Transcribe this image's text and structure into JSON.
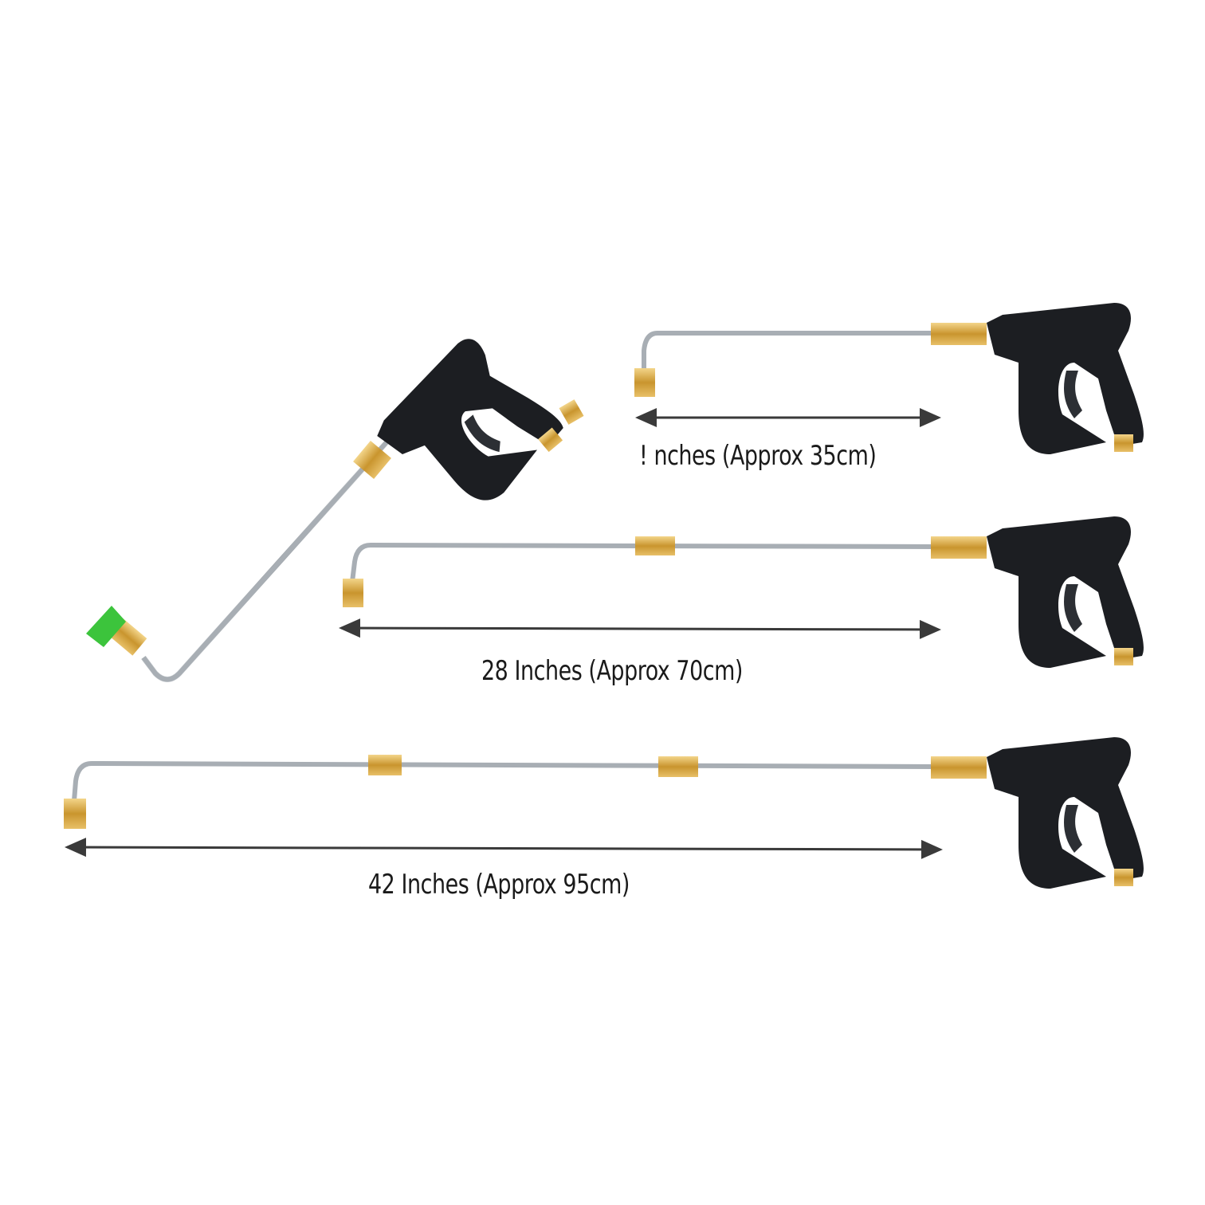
{
  "labels": {
    "short": "! nches (Approx 35cm)",
    "medium": "28 Inches (Approx 70cm)",
    "long": "42 Inches (Approx 95cm)"
  },
  "colors": {
    "gun_body": "#1c1e22",
    "brass": "#d4a64a",
    "wand": "#b8bcc0",
    "nozzle_tip": "#3cc43c",
    "arrow": "#3a3a3a"
  }
}
